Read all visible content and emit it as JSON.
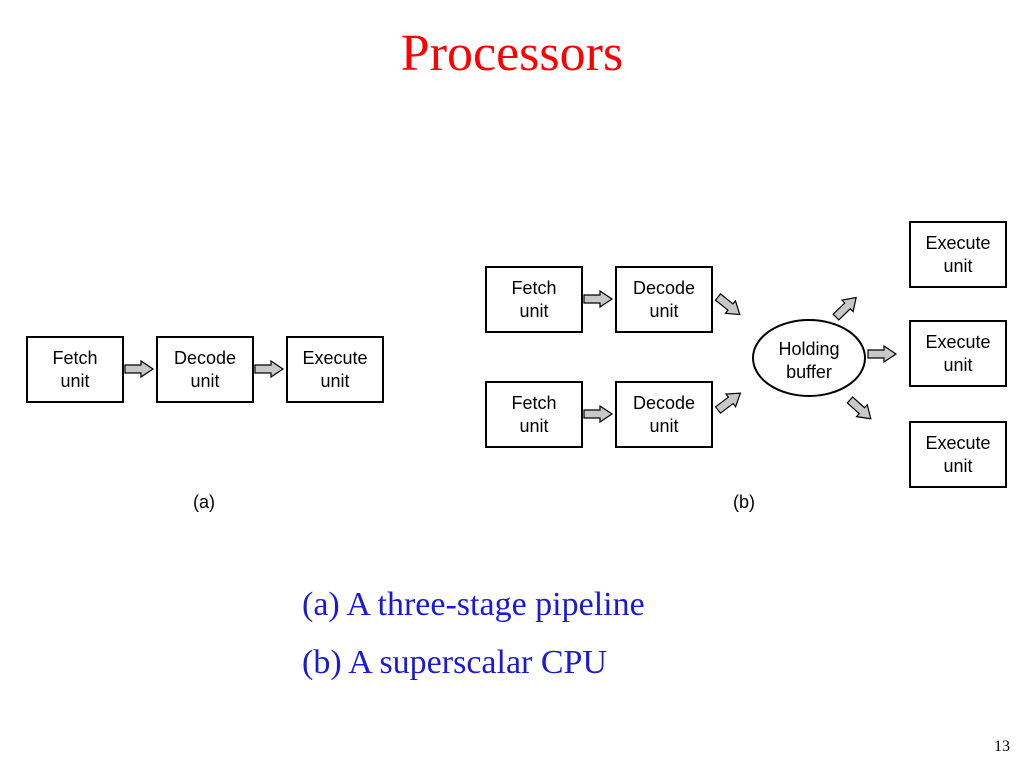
{
  "slide": {
    "title": "Processors",
    "page_number": "13"
  },
  "diagram_a": {
    "label": "(a)",
    "fetch": {
      "line1": "Fetch",
      "line2": "unit"
    },
    "decode": {
      "line1": "Decode",
      "line2": "unit"
    },
    "execute": {
      "line1": "Execute",
      "line2": "unit"
    }
  },
  "diagram_b": {
    "label": "(b)",
    "fetch_1": {
      "line1": "Fetch",
      "line2": "unit"
    },
    "decode_1": {
      "line1": "Decode",
      "line2": "unit"
    },
    "fetch_2": {
      "line1": "Fetch",
      "line2": "unit"
    },
    "decode_2": {
      "line1": "Decode",
      "line2": "unit"
    },
    "holding_buffer": {
      "line1": "Holding",
      "line2": "buffer"
    },
    "execute_1": {
      "line1": "Execute",
      "line2": "unit"
    },
    "execute_2": {
      "line1": "Execute",
      "line2": "unit"
    },
    "execute_3": {
      "line1": "Execute",
      "line2": "unit"
    }
  },
  "captions": {
    "a": "(a) A three-stage pipeline",
    "b": "(b) A superscalar CPU"
  },
  "colors": {
    "title": "#ff0000",
    "caption": "#1a1ad6",
    "arrow_fill": "#c8c8c8"
  }
}
